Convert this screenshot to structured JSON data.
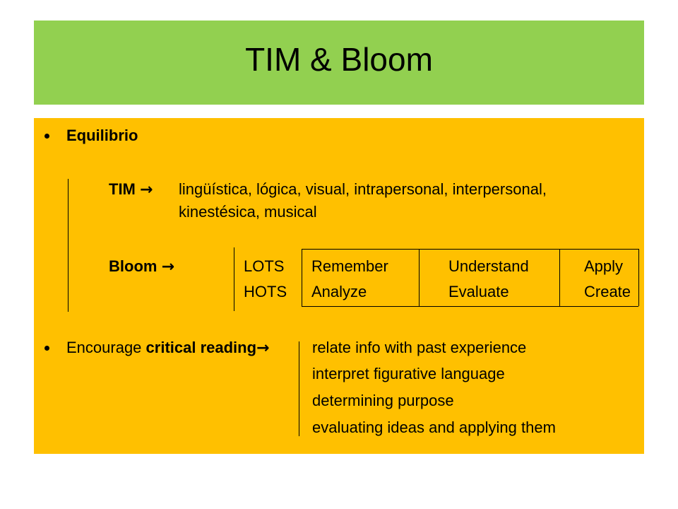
{
  "slide": {
    "title": "TIM & Bloom"
  },
  "bullet1": {
    "label": "Equilibrio",
    "tim": {
      "label": "TIM",
      "arrow": "→",
      "line1": "lingüística, lógica, visual, intrapersonal, interpersonal,",
      "line2": "kinestésica, musical"
    },
    "bloom": {
      "label": "Bloom",
      "arrow": "→",
      "rows": [
        {
          "level": "LOTS",
          "cells": [
            "Remember",
            "Understand",
            "Apply"
          ]
        },
        {
          "level": "HOTS",
          "cells": [
            "Analyze",
            "Evaluate",
            "Create"
          ]
        }
      ]
    }
  },
  "bullet2": {
    "prefix": "Encourage ",
    "bold": "critical reading",
    "arrow": "→",
    "items": [
      "relate info with past experience",
      "interpret figurative language",
      "determining purpose",
      "evaluating ideas and applying them"
    ]
  }
}
